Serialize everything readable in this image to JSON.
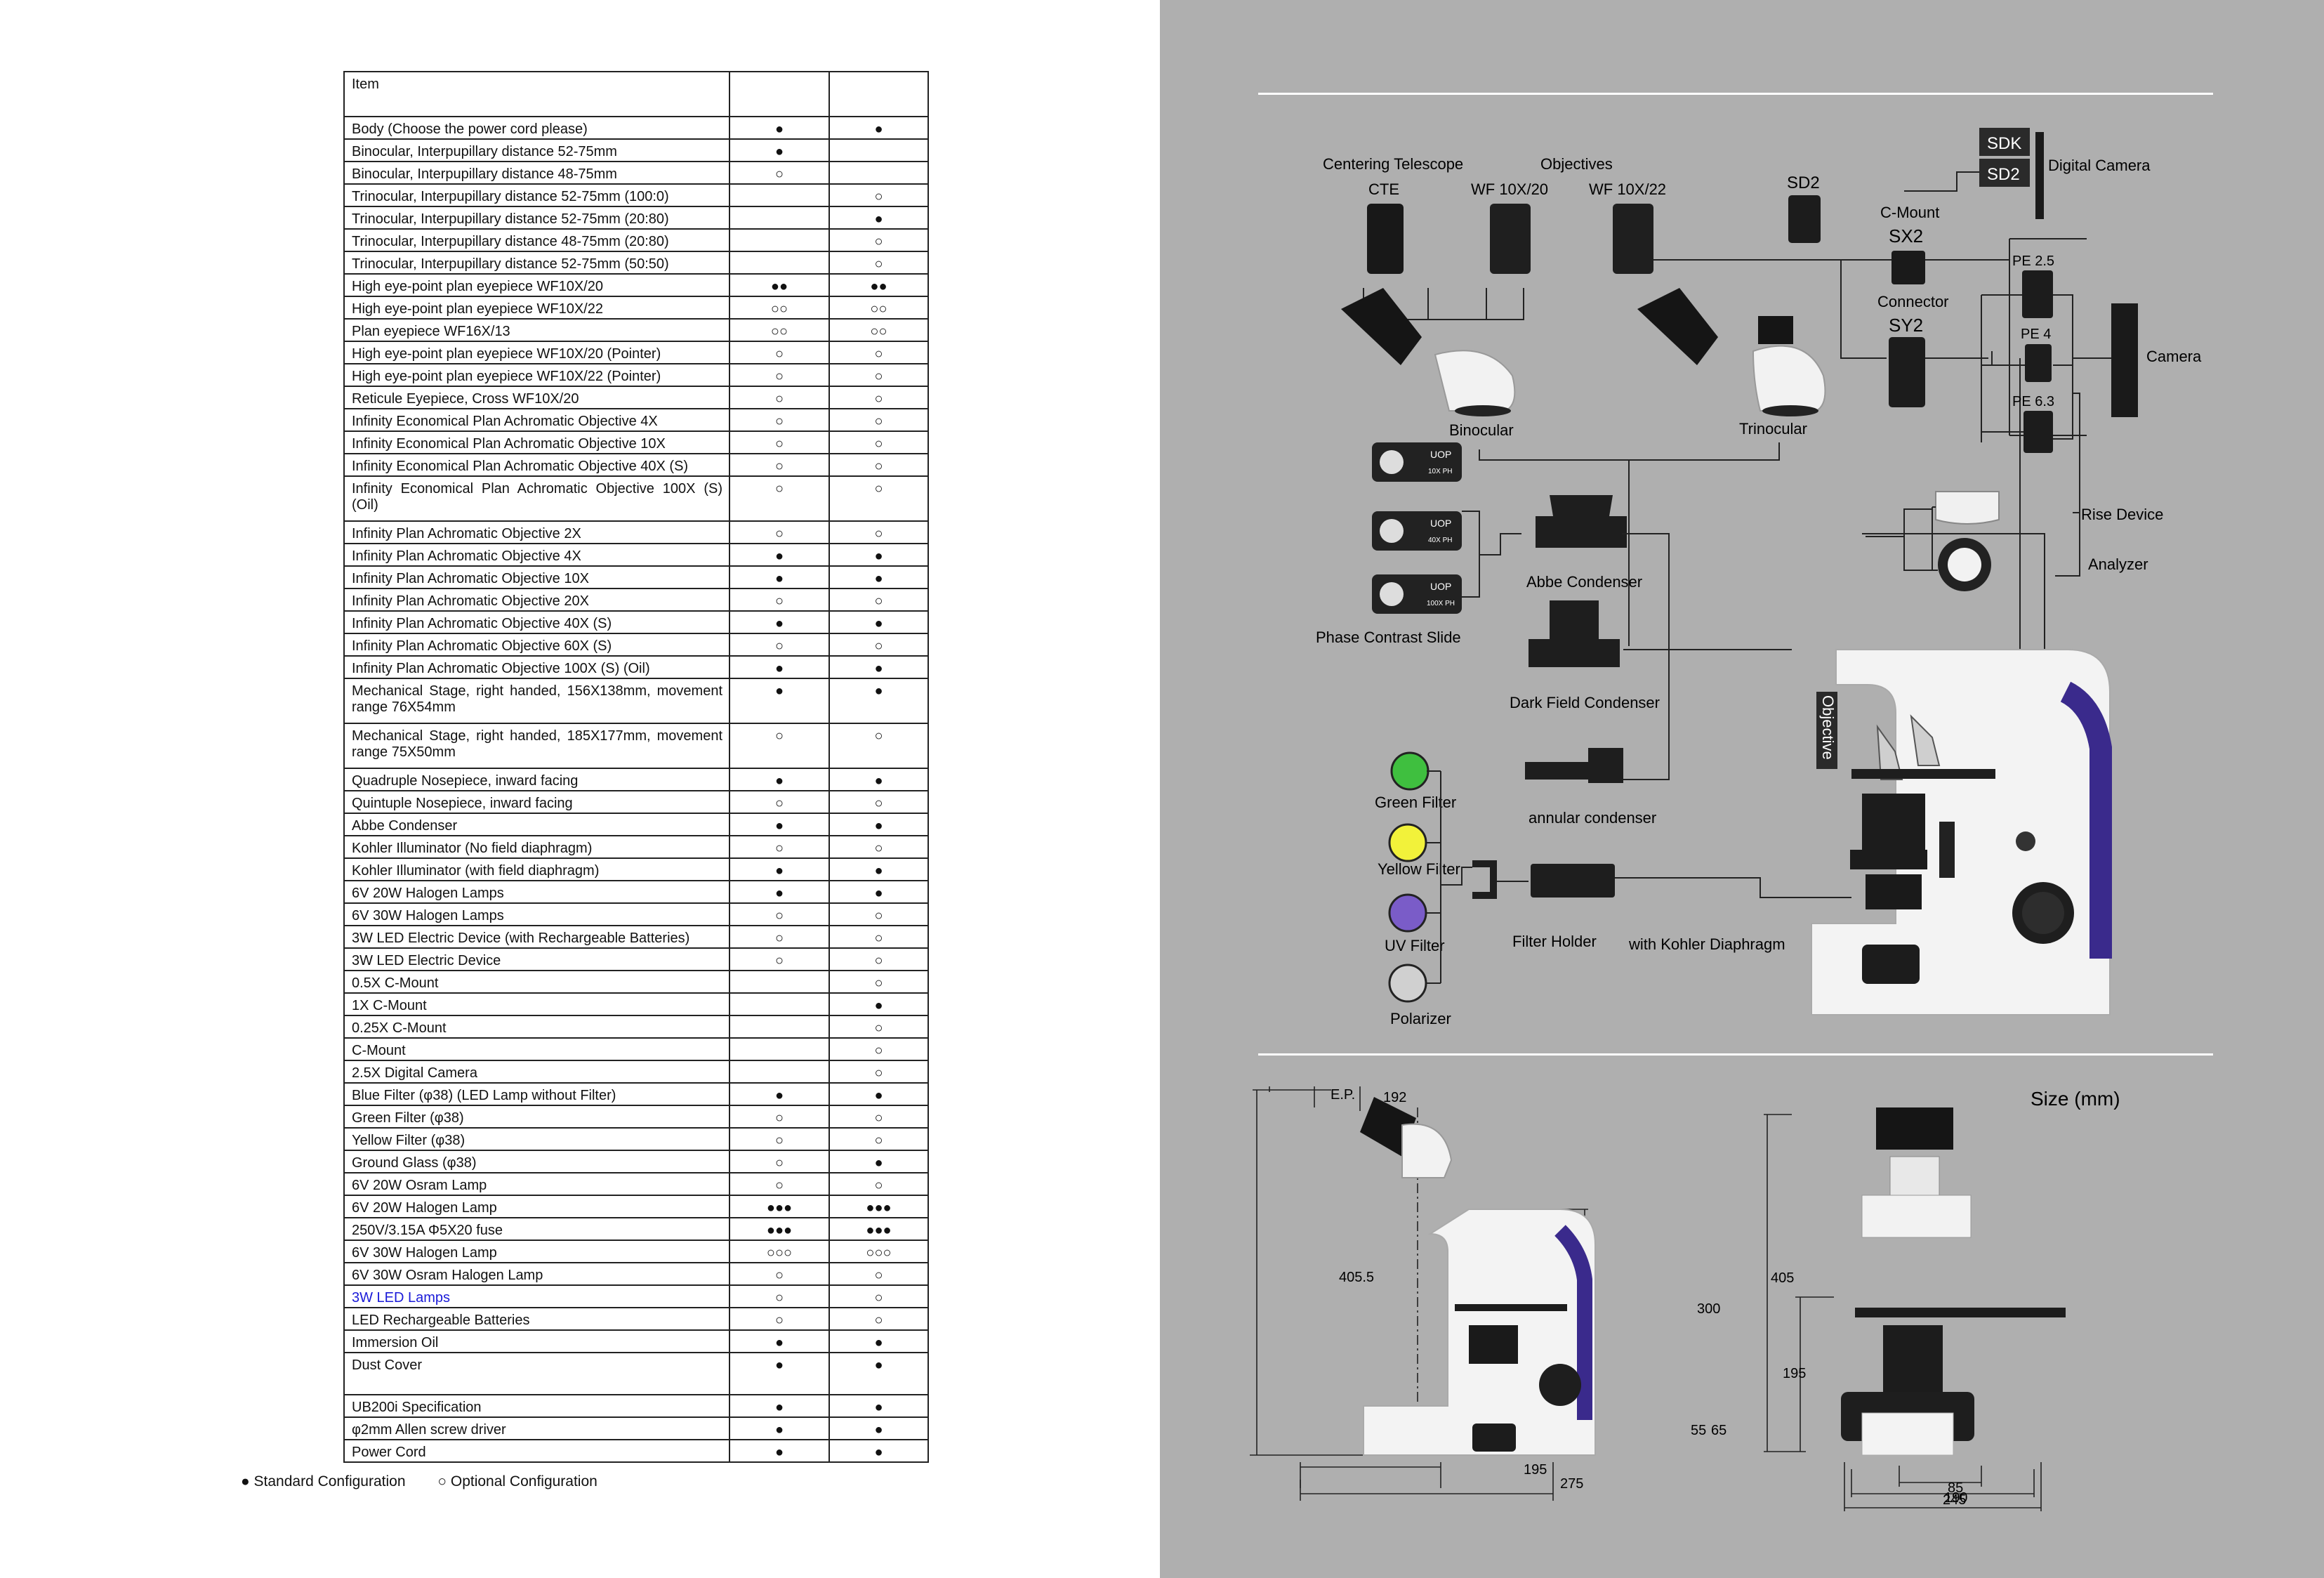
{
  "table": {
    "header": {
      "item": "Item",
      "col_a": "",
      "col_b": ""
    },
    "rows": [
      {
        "name": "Body (Choose the power cord please)",
        "a": "●",
        "b": "●",
        "h": 32
      },
      {
        "name": "Binocular, Interpupillary distance 52-75mm",
        "a": "●",
        "b": "",
        "h": 32
      },
      {
        "name": "Binocular, Interpupillary distance 48-75mm",
        "a": "○",
        "b": "",
        "h": 32
      },
      {
        "name": "Trinocular, Interpupillary distance 52-75mm (100:0)",
        "a": "",
        "b": "○",
        "h": 32
      },
      {
        "name": "Trinocular, Interpupillary distance 52-75mm (20:80)",
        "a": "",
        "b": "●",
        "h": 32
      },
      {
        "name": "Trinocular, Interpupillary distance 48-75mm (20:80)",
        "a": "",
        "b": "○",
        "h": 32
      },
      {
        "name": "Trinocular, Interpupillary distance 52-75mm (50:50)",
        "a": "",
        "b": "○",
        "h": 32
      },
      {
        "name": "High eye-point plan eyepiece   WF10X/20",
        "a": "●●",
        "b": "●●",
        "h": 32
      },
      {
        "name": "High eye-point plan eyepiece   WF10X/22",
        "a": "○○",
        "b": "○○",
        "h": 32
      },
      {
        "name": "Plan eyepiece   WF16X/13",
        "a": "○○",
        "b": "○○",
        "h": 32
      },
      {
        "name": "High eye-point plan eyepiece   WF10X/20 (Pointer)",
        "a": "○",
        "b": "○",
        "h": 32
      },
      {
        "name": "High eye-point plan eyepiece   WF10X/22 (Pointer)",
        "a": "○",
        "b": "○",
        "h": 32
      },
      {
        "name": "Reticule Eyepiece, Cross   WF10X/20",
        "a": "○",
        "b": "○",
        "h": 32
      },
      {
        "name": "Infinity Economical Plan Achromatic Objective 4X",
        "a": "○",
        "b": "○",
        "h": 32
      },
      {
        "name": "Infinity Economical Plan Achromatic Objective 10X",
        "a": "○",
        "b": "○",
        "h": 32
      },
      {
        "name": "Infinity Economical Plan Achromatic Objective 40X (S)",
        "a": "○",
        "b": "○",
        "h": 32
      },
      {
        "name": "Infinity Economical Plan Achromatic Objective 100X (S) (Oil)",
        "a": "○",
        "b": "○",
        "h": 64,
        "justify": true
      },
      {
        "name": "Infinity Plan Achromatic Objective 2X",
        "a": "○",
        "b": "○",
        "h": 32
      },
      {
        "name": "Infinity Plan Achromatic Objective 4X",
        "a": "●",
        "b": "●",
        "h": 32
      },
      {
        "name": "Infinity Plan Achromatic Objective 10X",
        "a": "●",
        "b": "●",
        "h": 32
      },
      {
        "name": "Infinity Plan Achromatic Objective 20X",
        "a": "○",
        "b": "○",
        "h": 32
      },
      {
        "name": "Infinity Plan Achromatic Objective 40X (S)",
        "a": "●",
        "b": "●",
        "h": 32
      },
      {
        "name": "Infinity Plan Achromatic Objective 60X (S)",
        "a": "○",
        "b": "○",
        "h": 32
      },
      {
        "name": "Infinity Plan Achromatic Objective 100X (S) (Oil)",
        "a": "●",
        "b": "●",
        "h": 32
      },
      {
        "name": "Mechanical Stage, right handed, 156X138mm, movement range 76X54mm",
        "a": "●",
        "b": "●",
        "h": 64,
        "justify": true
      },
      {
        "name": "Mechanical Stage, right handed, 185X177mm, movement range 75X50mm",
        "a": "○",
        "b": "○",
        "h": 64,
        "justify": true
      },
      {
        "name": "Quadruple Nosepiece, inward facing",
        "a": "●",
        "b": "●",
        "h": 32
      },
      {
        "name": "Quintuple Nosepiece, inward facing",
        "a": "○",
        "b": "○",
        "h": 32
      },
      {
        "name": "Abbe Condenser",
        "a": "●",
        "b": "●",
        "h": 32
      },
      {
        "name": "Kohler Illuminator (No field diaphragm)",
        "a": "○",
        "b": "○",
        "h": 32
      },
      {
        "name": "Kohler Illuminator (with field diaphragm)",
        "a": "●",
        "b": "●",
        "h": 32
      },
      {
        "name": "6V 20W Halogen Lamps",
        "a": "●",
        "b": "●",
        "h": 32
      },
      {
        "name": "6V 30W Halogen Lamps",
        "a": "○",
        "b": "○",
        "h": 32
      },
      {
        "name": "3W LED Electric Device (with Rechargeable Batteries)",
        "a": "○",
        "b": "○",
        "h": 32
      },
      {
        "name": "3W LED Electric Device",
        "a": "○",
        "b": "○",
        "h": 32
      },
      {
        "name": "0.5X C-Mount",
        "a": "",
        "b": "○",
        "h": 32
      },
      {
        "name": "1X C-Mount",
        "a": "",
        "b": "●",
        "h": 32
      },
      {
        "name": "0.25X C-Mount",
        "a": "",
        "b": "○",
        "h": 32
      },
      {
        "name": "C-Mount",
        "a": "",
        "b": "○",
        "h": 32
      },
      {
        "name": "2.5X Digital Camera",
        "a": "",
        "b": "○",
        "h": 32
      },
      {
        "name": "Blue Filter (φ38) (LED Lamp without Filter)",
        "a": "●",
        "b": "●",
        "h": 32
      },
      {
        "name": "Green Filter (φ38)",
        "a": "○",
        "b": "○",
        "h": 32
      },
      {
        "name": "Yellow Filter (φ38)",
        "a": "○",
        "b": "○",
        "h": 32
      },
      {
        "name": "Ground Glass (φ38)",
        "a": "○",
        "b": "●",
        "h": 32
      },
      {
        "name": "6V 20W Osram Lamp",
        "a": "○",
        "b": "○",
        "h": 32
      },
      {
        "name": "6V 20W Halogen Lamp",
        "a": "●●●",
        "b": "●●●",
        "h": 32
      },
      {
        "name": "250V/3.15A   Φ5X20 fuse",
        "a": "●●●",
        "b": "●●●",
        "h": 32
      },
      {
        "name": "6V 30W Halogen Lamp",
        "a": "○○○",
        "b": "○○○",
        "h": 32
      },
      {
        "name": "6V 30W Osram Halogen Lamp",
        "a": "○",
        "b": "○",
        "h": 32
      },
      {
        "name": "3W LED Lamps",
        "a": "○",
        "b": "○",
        "h": 32,
        "blue": true
      },
      {
        "name": "LED Rechargeable Batteries",
        "a": "○",
        "b": "○",
        "h": 32
      },
      {
        "name": "Immersion Oil",
        "a": "●",
        "b": "●",
        "h": 32
      },
      {
        "name": "Dust Cover",
        "a": "●",
        "b": "●",
        "h": 60
      },
      {
        "name": "UB200i Specification",
        "a": "●",
        "b": "●",
        "h": 32
      },
      {
        "name": "φ2mm Allen screw driver",
        "a": "●",
        "b": "●",
        "h": 32
      },
      {
        "name": "Power Cord",
        "a": "●",
        "b": "●",
        "h": 32
      }
    ]
  },
  "legend": {
    "standard": "●  Standard Configuration",
    "optional": "○  Optional Configuration"
  },
  "diagram": {
    "centering_telescope": "Centering Telescope",
    "cte": "CTE",
    "objectives": "Objectives",
    "wf1020": "WF 10X/20",
    "wf1022": "WF 10X/22",
    "sd2_top": "SD2",
    "sdk": "SDK",
    "sd2_cam": "SD2",
    "digital_camera": "Digital Camera",
    "c_mount": "C-Mount",
    "sx2": "SX2",
    "connector": "Connector",
    "sy2": "SY2",
    "pe25": "PE 2.5",
    "pe4": "PE 4",
    "pe63": "PE 6.3",
    "camera": "Camera",
    "binocular": "Binocular",
    "trinocular": "Trinocular",
    "uop": "UOP",
    "slide1": "10X  PH",
    "slide2": "40X  PH",
    "slide3": "100X  PH",
    "phase_contrast_slide": "Phase Contrast Slide",
    "abbe_condenser": "Abbe Condenser",
    "dark_field_condenser": "Dark Field Condenser",
    "annular_condenser": "annular condenser",
    "rise_device": "Rise Device",
    "analyzer": "Analyzer",
    "objective": "Objective",
    "green_filter": "Green Filter",
    "yellow_filter": "Yellow Filter",
    "uv_filter": "UV Filter",
    "polarizer": "Polarizer",
    "filter_holder": "Filter Holder",
    "kohler": "with Kohler Diaphragm",
    "colors": {
      "green": "#3fbf3f",
      "yellow": "#f2f23a",
      "uv": "#7a5cc8",
      "accent": "#3a2a8c"
    }
  },
  "dims": {
    "size_title": "Size (mm)",
    "ep": "E.P.",
    "d192": "192",
    "d4055": "405.5",
    "d300": "300",
    "d55": "55",
    "d65": "65",
    "d195": "195",
    "d275": "275",
    "d405": "405",
    "d195b": "195",
    "d85": "85",
    "d190": "190",
    "d245": "245"
  }
}
